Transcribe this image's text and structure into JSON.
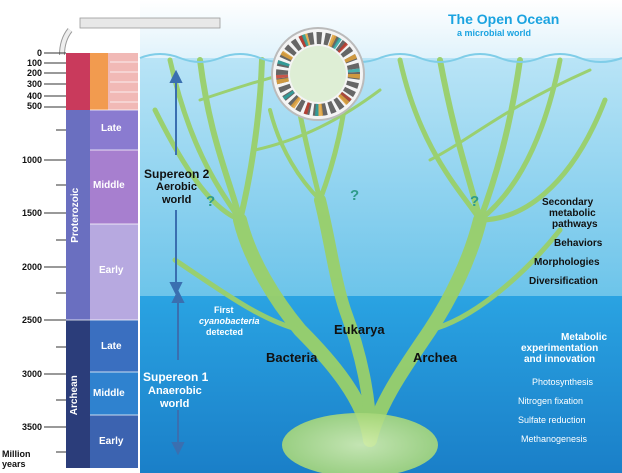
{
  "title": "The Open Ocean",
  "subtitle": "a microbial world",
  "y_axis": {
    "unit_line1": "Million",
    "unit_line2": "years",
    "ticks": [
      "0",
      "100",
      "200",
      "300",
      "400",
      "500",
      "1000",
      "1500",
      "2000",
      "2500",
      "3000",
      "3500"
    ]
  },
  "eons": [
    {
      "name": "Proterozoic",
      "eras": [
        "Late",
        "Middle",
        "Early"
      ]
    },
    {
      "name": "Archean",
      "eras": [
        "Late",
        "Middle",
        "Early"
      ]
    }
  ],
  "supereon2": {
    "line1": "Supereon 2",
    "line2": "Aerobic",
    "line3": "world"
  },
  "supereon1": {
    "line1": "Supereon 1",
    "line2": "Anaerobic",
    "line3": "world"
  },
  "first_cyanobacteria": {
    "line1": "First",
    "line2": "cyanobacteria",
    "line3": "detected"
  },
  "domains": {
    "bacteria": "Bacteria",
    "eukarya": "Eukarya",
    "archea": "Archea"
  },
  "question_mark": "?",
  "right_top": [
    "Secondary",
    "metabolic",
    "pathways",
    "Behaviors",
    "Morphologies",
    "Diversification"
  ],
  "right_bottom": [
    "Metabolic",
    "experimentation",
    "and innovation",
    "Photosynthesis",
    "Nitrogen fixation",
    "Sulfate reduction",
    "Methanogenesis"
  ],
  "colors": {
    "sky": "#cdeaf6",
    "ocean_upper": "#8fd3ee",
    "ocean_lower": "#1f8fd6",
    "tree": "#9ad06a",
    "proterozoic": "#6a6fc0",
    "archean": "#2b3d7a",
    "phanerozoic": "#c93a5c"
  }
}
